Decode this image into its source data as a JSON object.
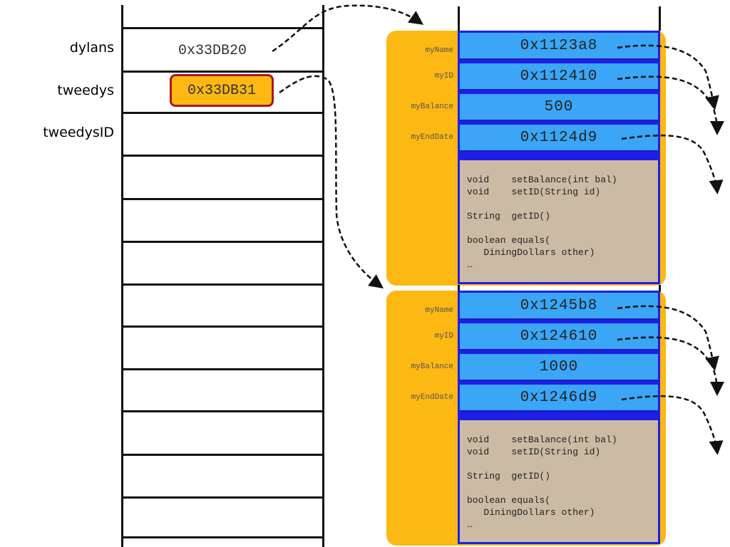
{
  "stack": {
    "labels": [
      "dylans",
      "tweedys",
      "tweedysID"
    ],
    "dylans_value": "0x33DB20",
    "tweedys_value": "0x33DB31"
  },
  "objects": [
    {
      "fields": [
        {
          "name": "myName",
          "value": "0x1123a8"
        },
        {
          "name": "myID",
          "value": "0x112410"
        },
        {
          "name": "myBalance",
          "value": "500"
        },
        {
          "name": "myEndDate",
          "value": "0x1124d9"
        }
      ],
      "methods": [
        "void    setBalance(int bal)",
        "void    setID(String id)",
        "String  getID()",
        "boolean equals(",
        "   DiningDollars other)",
        "…"
      ]
    },
    {
      "fields": [
        {
          "name": "myName",
          "value": "0x1245b8"
        },
        {
          "name": "myID",
          "value": "0x124610"
        },
        {
          "name": "myBalance",
          "value": "1000"
        },
        {
          "name": "myEndDate",
          "value": "0x1246d9"
        }
      ],
      "methods": [
        "void    setBalance(int bal)",
        "void    setID(String id)",
        "String  getID()",
        "boolean equals(",
        "   DiningDollars other)",
        "…"
      ]
    }
  ],
  "colors": {
    "object_bg": "#fdb813",
    "field_bg": "#3aa6f5",
    "field_border": "#1e1ee8",
    "methods_bg": "#ccbba4",
    "highlight_border": "#a8191f"
  }
}
